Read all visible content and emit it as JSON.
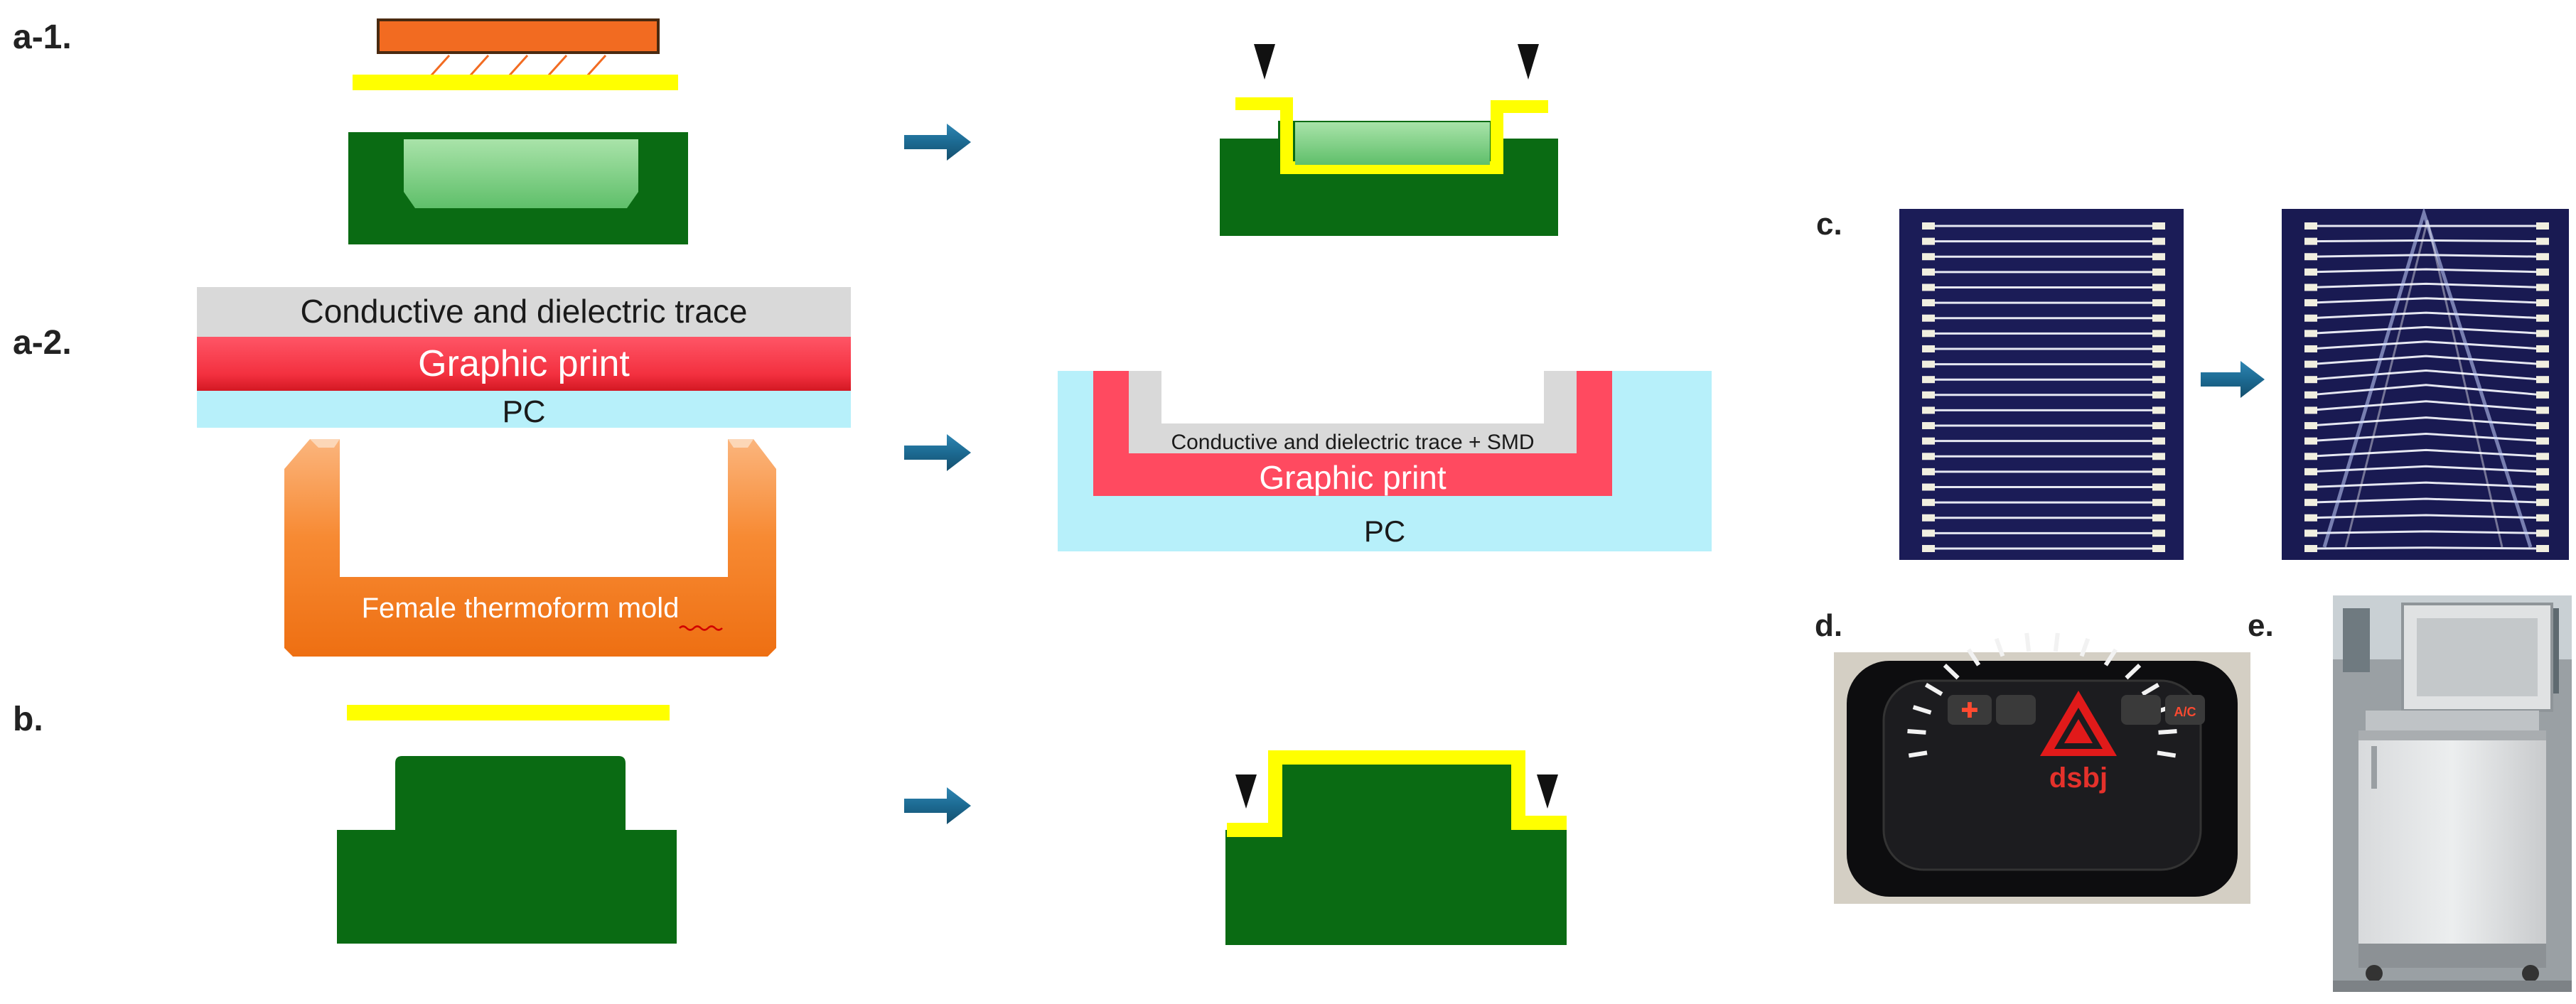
{
  "labels": {
    "a1": "a-1.",
    "a2": "a-2.",
    "b": "b.",
    "c": "c.",
    "d": "d.",
    "e": "e."
  },
  "layers": {
    "trace": "Conductive and dielectric trace",
    "graphic": "Graphic print",
    "pc": "PC",
    "trace_smd": "Conductive and dielectric trace + SMD",
    "mold": "Female thermoform mold"
  },
  "panel_d": {
    "brand_text": "dsbj",
    "button_text": "A/C"
  },
  "colors": {
    "mold_green": "#0a6b13",
    "film_yellow": "#ffff00",
    "heater_orange": "#f26b21",
    "trace_gray": "#d9d9d9",
    "graphic_red": "#ff4a60",
    "pc_cyan": "#b7f0fa",
    "arrow_blue": "#1f6e96",
    "mold_orange": "#f78a33",
    "photo_dark": "#1b1c57"
  },
  "icons": {
    "process_arrow": "right-arrow-icon",
    "gap_marker": "down-triangle-icon",
    "hazard": "warning-triangle-icon"
  }
}
